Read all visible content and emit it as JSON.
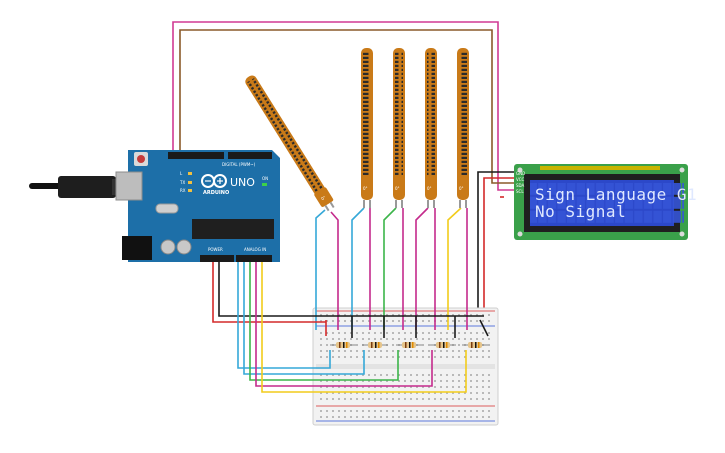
{
  "lcd": {
    "line1": "Sign Language G1",
    "line2": "No Signal",
    "pin_labels": [
      "GND",
      "VCC",
      "SDA",
      "SCL"
    ]
  },
  "arduino": {
    "brand": "ARDUINO",
    "model": "UNO",
    "header_digital": "DIGITAL (PWM~)",
    "header_power": "POWER",
    "header_analog": "ANALOG IN",
    "label_tx": "TX",
    "label_rx": "RX",
    "label_on": "ON",
    "label_l": "L"
  },
  "sensors": {
    "label": "0°"
  },
  "colors": {
    "red": "#d42a2a",
    "black": "#1a1a1a",
    "blue": "#35a8d8",
    "green": "#3cb54a",
    "magenta": "#c42a8c",
    "yellow": "#f2cc1b",
    "brown": "#8a5a2a",
    "pink": "#e0479a",
    "board": "#1d6fa8",
    "lcd_pcb": "#3aa04a",
    "lcd_screen": "#2c48c9",
    "flex": "#c97a18"
  }
}
